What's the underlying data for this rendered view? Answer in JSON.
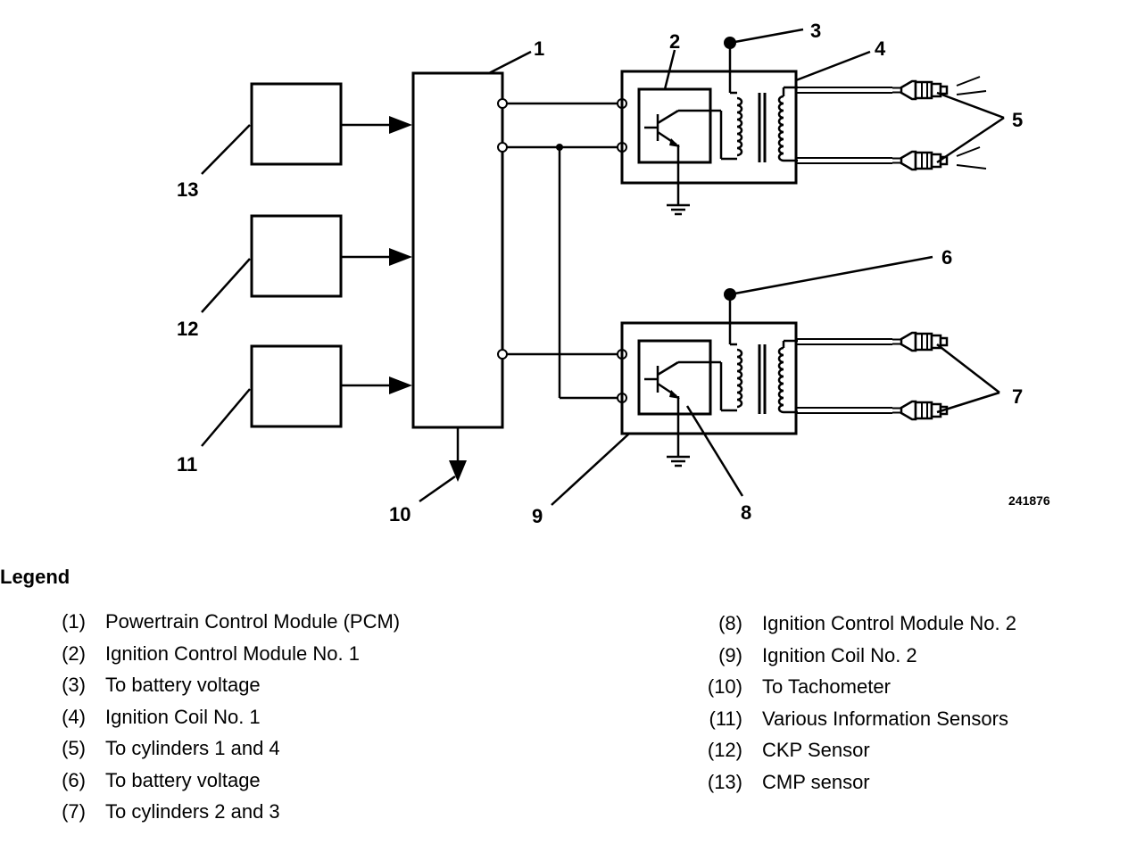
{
  "diagram": {
    "callouts": {
      "c1": "1",
      "c2": "2",
      "c3": "3",
      "c4": "4",
      "c5": "5",
      "c6": "6",
      "c7": "7",
      "c8": "8",
      "c9": "9",
      "c10": "10",
      "c11": "11",
      "c12": "12",
      "c13": "13"
    },
    "figure_id": "241876"
  },
  "legend": {
    "title": "Legend",
    "items": [
      {
        "num": "(1)",
        "text": "Powertrain Control Module (PCM)"
      },
      {
        "num": "(2)",
        "text": "Ignition Control Module No. 1"
      },
      {
        "num": "(3)",
        "text": "To battery voltage"
      },
      {
        "num": "(4)",
        "text": "Ignition Coil No. 1"
      },
      {
        "num": "(5)",
        "text": "To cylinders 1 and 4"
      },
      {
        "num": "(6)",
        "text": "To battery voltage"
      },
      {
        "num": "(7)",
        "text": "To cylinders 2 and 3"
      },
      {
        "num": "(8)",
        "text": "Ignition Control Module No. 2"
      },
      {
        "num": "(9)",
        "text": "Ignition Coil No. 2"
      },
      {
        "num": "(10)",
        "text": "To Tachometer"
      },
      {
        "num": "(11)",
        "text": "Various Information Sensors"
      },
      {
        "num": "(12)",
        "text": "CKP Sensor"
      },
      {
        "num": "(13)",
        "text": "CMP sensor"
      }
    ]
  }
}
